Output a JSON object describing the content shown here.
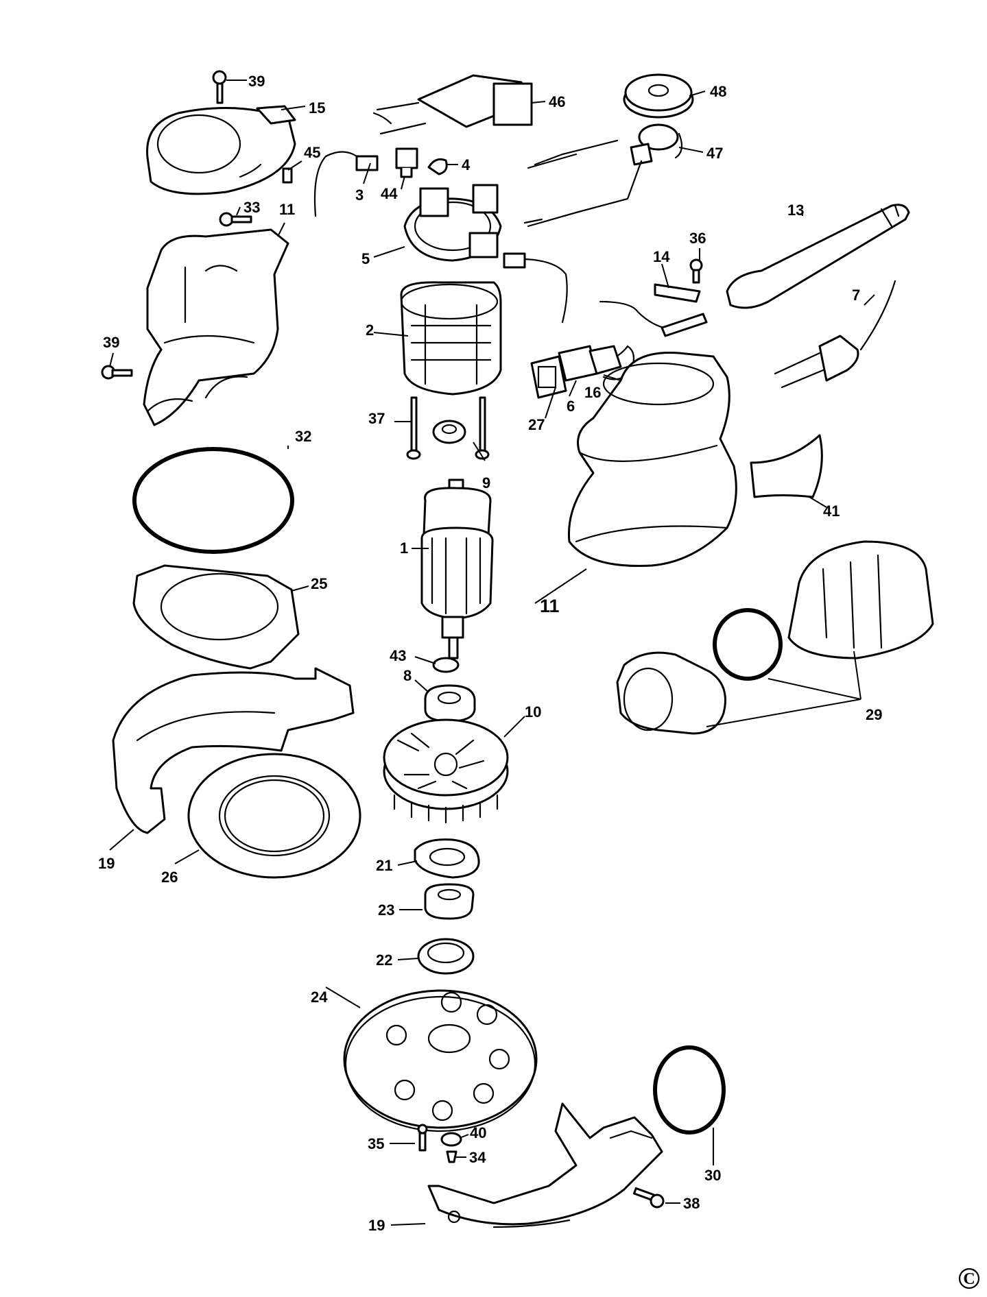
{
  "callouts": {
    "c39a": "39",
    "c15": "15",
    "c45": "45",
    "c3": "3",
    "c44": "44",
    "c4": "4",
    "c46": "46",
    "c48": "48",
    "c47": "47",
    "c33": "33",
    "c11a": "11",
    "c5": "5",
    "c13": "13",
    "c36": "36",
    "c14": "14",
    "c7": "7",
    "c39b": "39",
    "c2": "2",
    "c16": "16",
    "c6": "6",
    "c27": "27",
    "c37": "37",
    "c9": "9",
    "c32": "32",
    "c41": "41",
    "c1": "1",
    "c11b": "11",
    "c25": "25",
    "c43": "43",
    "c8": "8",
    "c10": "10",
    "c29": "29",
    "c19a": "19",
    "c26": "26",
    "c21": "21",
    "c23": "23",
    "c22": "22",
    "c24": "24",
    "c35": "35",
    "c40": "40",
    "c34": "34",
    "c30": "30",
    "c38": "38",
    "c19b": "19"
  },
  "copyright_mark": "C"
}
